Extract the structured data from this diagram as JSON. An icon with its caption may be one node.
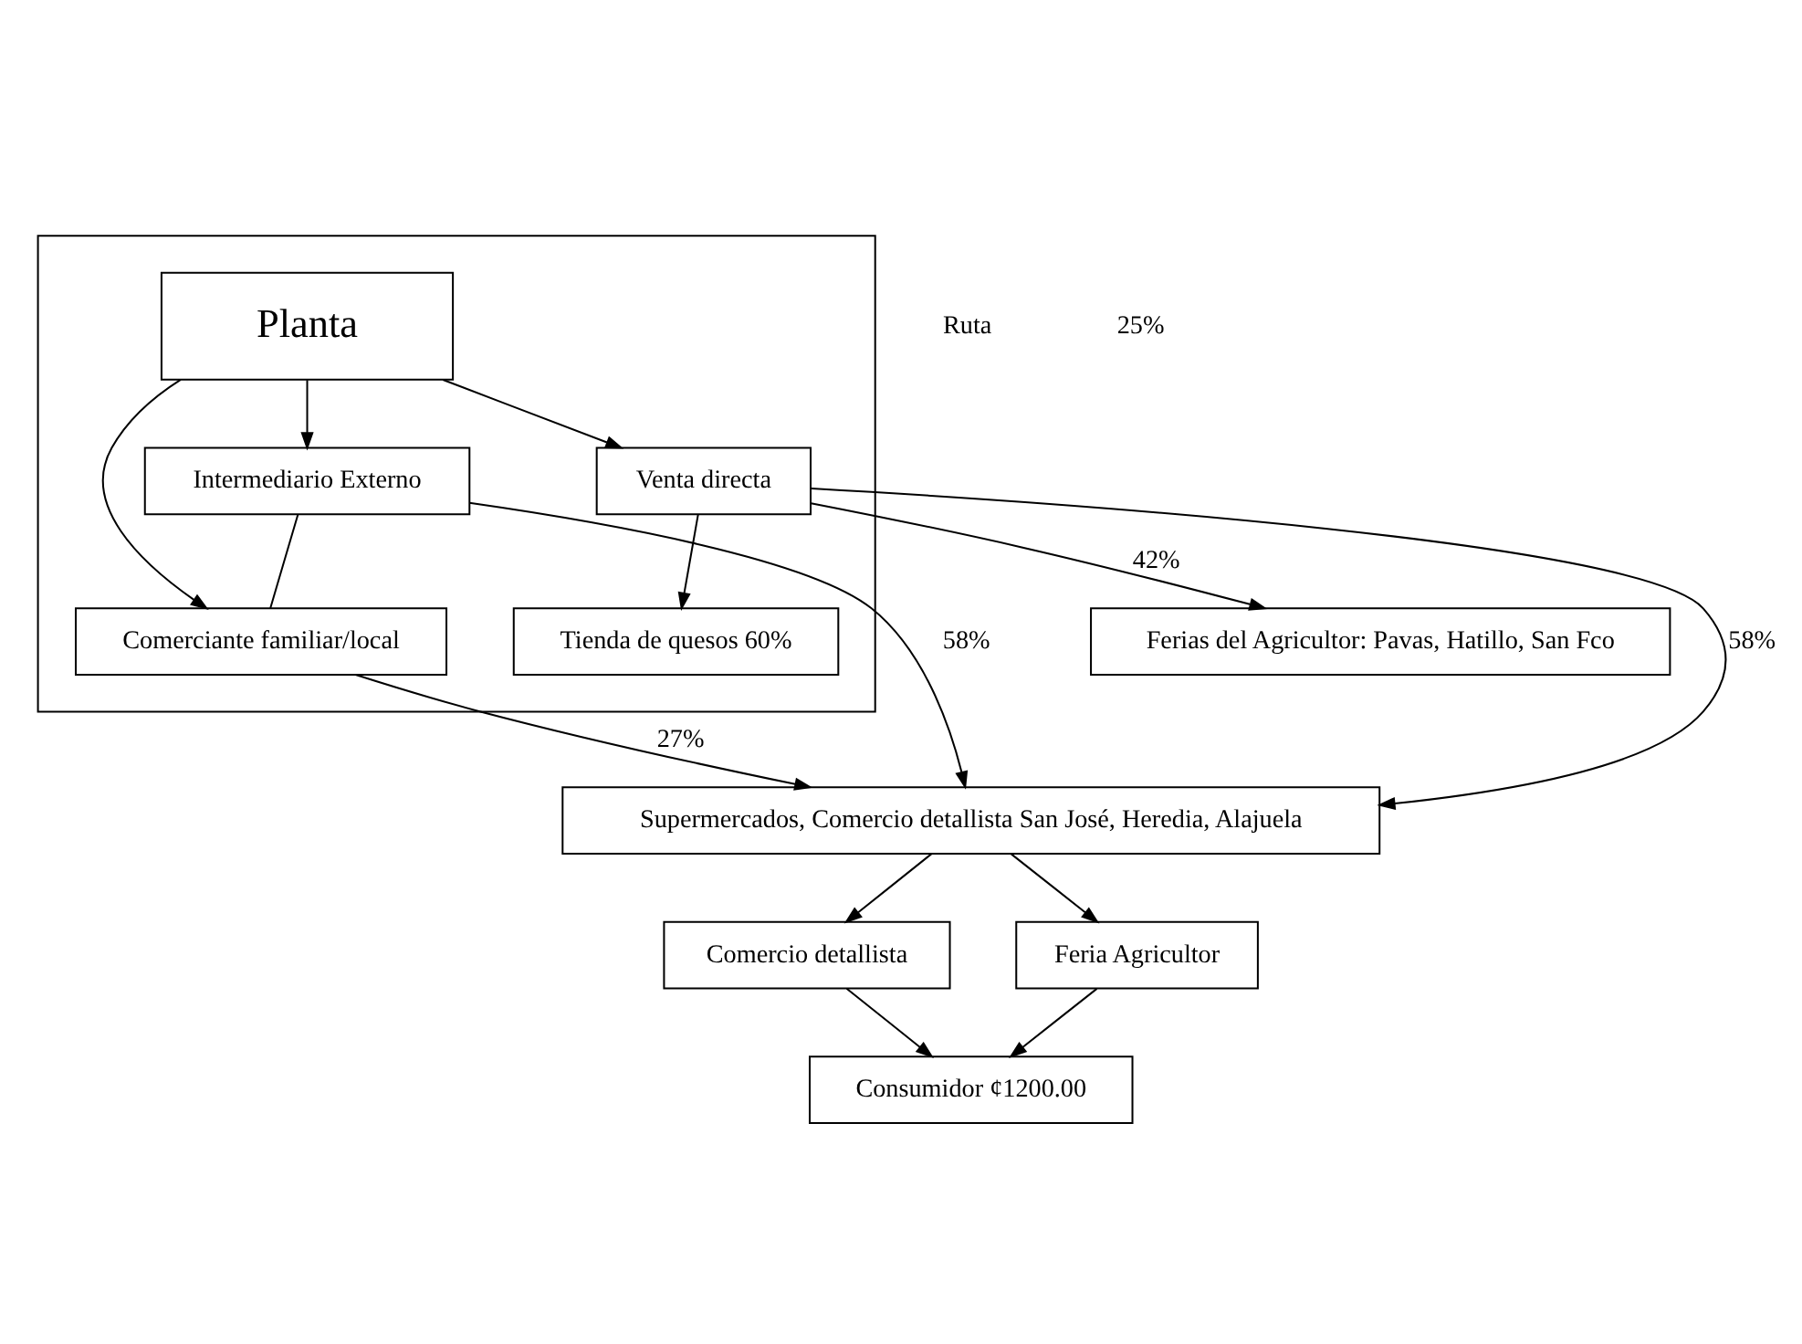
{
  "diagram": {
    "nodes": [
      {
        "text": [],
        "shape": "box"
      },
      {
        "text": [
          "Planta"
        ],
        "in": 0
      },
      {
        "text": [
          "Intermediario Externo"
        ],
        "in": 0
      },
      {
        "text": [
          "Comerciante familiar/local"
        ],
        "in": 0
      },
      {
        "text": [
          "Tienda de quesos 60%"
        ],
        "in": 0
      },
      {
        "text": [
          "Venta directa"
        ],
        "in": 0
      },
      {
        "text": [
          "Ferias del Agricultor: Pavas, Hatillo, San Fco"
        ]
      },
      {
        "text": [
          "Supermercados, Comercio detallista San José, Heredia, Alajuela"
        ]
      },
      {
        "text": [
          "Comercio detallista"
        ]
      },
      {
        "text": [
          "Feria Agricultor"
        ]
      },
      {
        "text": [
          "Consumidor ¢1200.00"
        ]
      }
    ],
    "edges": [
      {
        "from": 1,
        "to": 2,
        "arrow": "to"
      },
      {
        "from": 1,
        "to": 3,
        "arrow": "to"
      },
      {
        "from": 1,
        "to": 5,
        "arrow": "to"
      },
      {
        "from": 2,
        "to": 3,
        "arrow": "none"
      },
      {
        "from": 2,
        "to": 7,
        "arrow": "to",
        "label": "58%"
      },
      {
        "from": 3,
        "to": 7,
        "arrow": "to",
        "label": "27%"
      },
      {
        "from": 5,
        "to": 4,
        "arrow": "to"
      },
      {
        "from": 5,
        "to": 6,
        "arrow": "to",
        "label": "42%"
      },
      {
        "from": 5,
        "to": 7,
        "arrow": "to",
        "label": "58%"
      },
      {
        "from": 7,
        "to": 8,
        "arrow": "to"
      },
      {
        "from": 7,
        "to": 9,
        "arrow": "to"
      },
      {
        "from": 8,
        "to": 10,
        "arrow": "to"
      },
      {
        "from": 9,
        "to": 10,
        "arrow": "to"
      }
    ],
    "labels": [
      "Ruta",
      "25%"
    ]
  }
}
